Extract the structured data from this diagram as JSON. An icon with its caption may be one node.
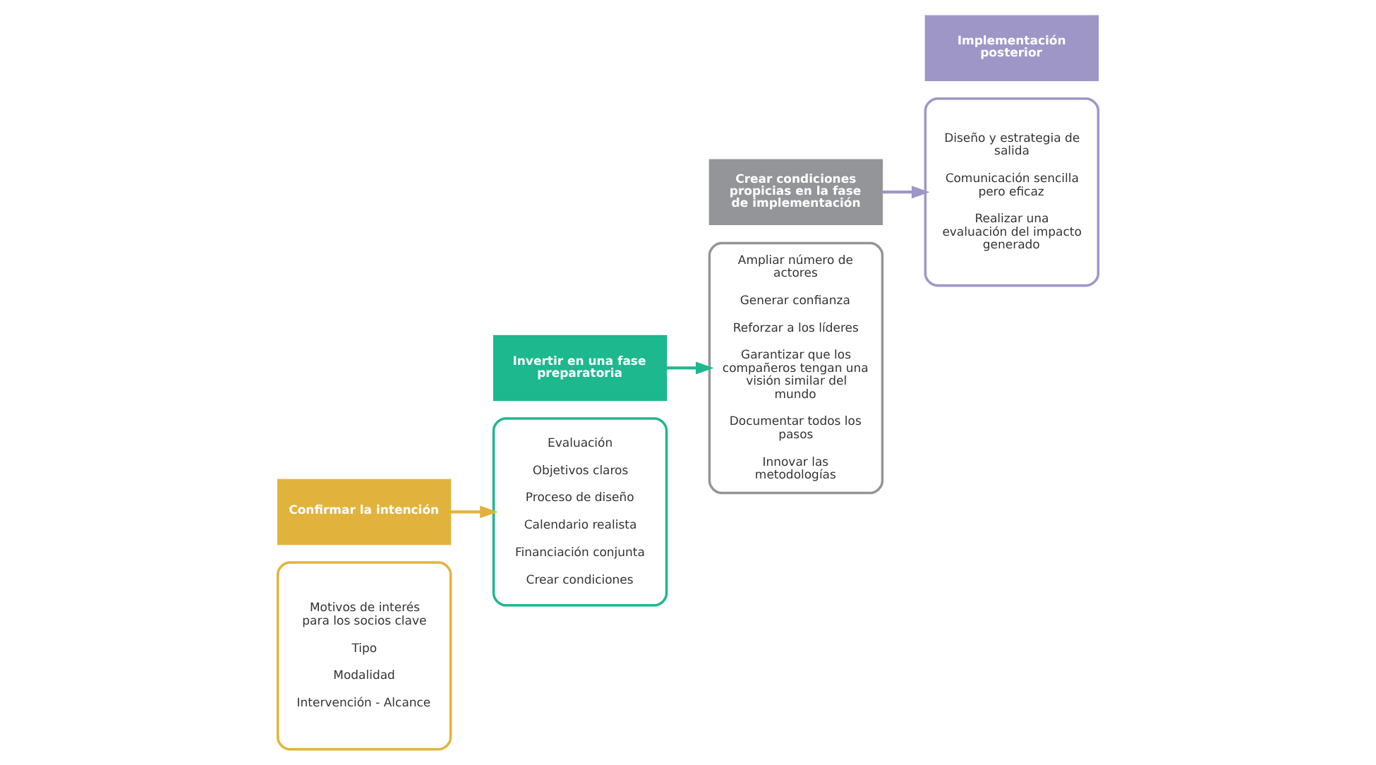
{
  "diagram": {
    "nodes": [
      {
        "text": [
          "Motivos de interés para los socios clave",
          "Tipo",
          "Modalidad",
          "Intervención - Alcance"
        ]
      },
      {
        "text": [
          "Confirmar la intención"
        ]
      },
      {
        "text": [
          "Invertir en una fase preparatoria"
        ]
      },
      {
        "text": [
          "Evaluación",
          "Objetivos claros",
          "Proceso de diseño",
          "Calendario realista",
          "Financiación conjunta",
          "Crear condiciones"
        ]
      },
      {
        "text": [
          "Ampliar número de actores",
          "Generar confianza",
          "Reforzar a los líderes",
          "Garantizar que los compañeros tengan una visión similar del mundo",
          "Documentar todos los pasos",
          "Innovar las metodologías"
        ]
      },
      {
        "text": [
          "Crear condiciones propicias en la fase de implementación"
        ]
      },
      {
        "text": [
          "Implementación posterior"
        ]
      },
      {
        "text": [
          "Diseño y estrategia de salida",
          "Comunicación sencilla pero eficaz",
          "Realizar una evaluación del impacto generado"
        ]
      }
    ],
    "edges": [
      {
        "from": 1,
        "to": 3,
        "arrow": "to",
        "color": "#e2b33c"
      },
      {
        "from": 2,
        "to": 4,
        "arrow": "to",
        "color": "#1db88e"
      },
      {
        "from": 5,
        "to": 7,
        "arrow": "to",
        "color": "#9f96c8"
      }
    ]
  }
}
